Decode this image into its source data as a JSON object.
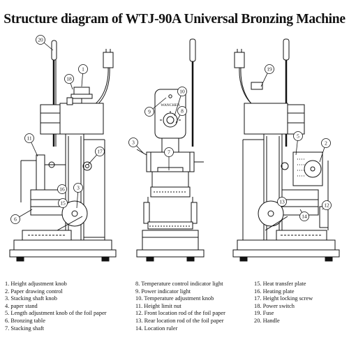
{
  "title": "Structure diagram of WTJ-90A Universal Bronzing Machine",
  "panel_text": "WANCHEN",
  "callouts": {
    "left": [
      "20",
      "18",
      "1",
      "11",
      "17",
      "16",
      "15",
      "6",
      "3"
    ],
    "center": [
      "9",
      "10",
      "8",
      "3",
      "7"
    ],
    "right": [
      "19",
      "5",
      "2",
      "13",
      "14",
      "12"
    ]
  },
  "legend": {
    "col1": [
      "1.  Height adjustment knob",
      "2.  Paper drawing control",
      "3.  Stacking shaft knob",
      "4.  paper stand",
      "5. Length adjustment knob of the foil paper",
      "6. Bronzing table",
      "7. Stacking shaft"
    ],
    "col2": [
      "8.  Temperature control indicator light",
      "9.  Power indicator light",
      "10.  Temperature adjustment knob",
      "11.  Height limit nut",
      "12.  Front location rod of the foil paper",
      "13.  Rear location rod of the foil paper",
      "14.  Location ruler"
    ],
    "col3": [
      "15.  Heat transfer plate",
      "16.  Heating plate",
      "17.  Height locking screw",
      "18.  Power switch",
      "19.  Fuse",
      "20.  Handle"
    ]
  }
}
